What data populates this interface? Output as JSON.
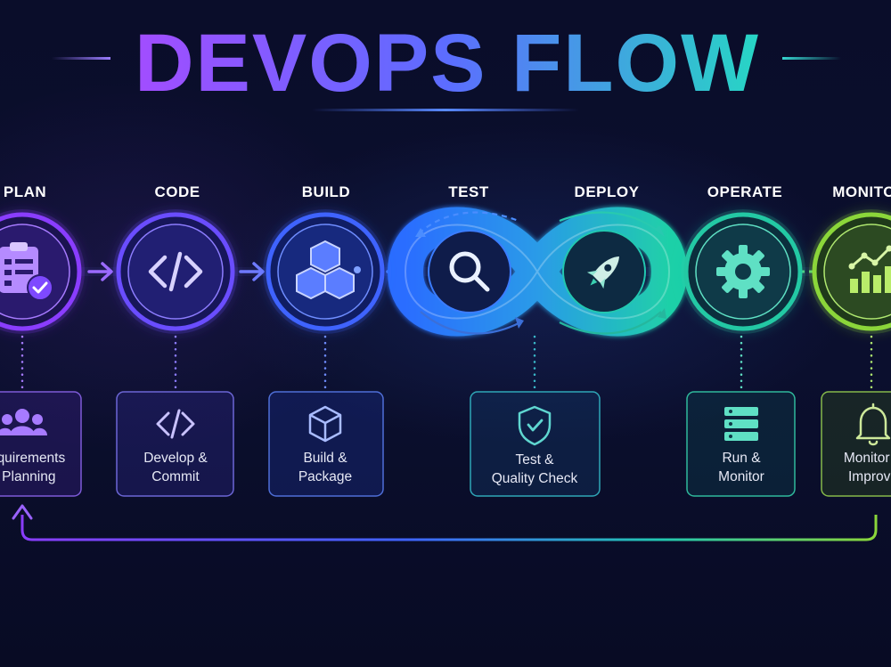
{
  "title": "DEVOPS FLOW",
  "colors": {
    "background": "#0a0d2a",
    "title_start": "#9b4dff",
    "title_mid": "#5b6cff",
    "title_end": "#2cd3c4",
    "plan": "#8a3dff",
    "code": "#6a4dff",
    "build": "#3f63ff",
    "test": "#2f7dff",
    "deploy": "#22c7b0",
    "operate": "#23c9a4",
    "monitor": "#8bd63a"
  },
  "stages": [
    {
      "name": "PLAN",
      "icon": "clipboard-check-icon",
      "card_icon": "team-icon",
      "card_lines": [
        "Requirements",
        "& Planning"
      ]
    },
    {
      "name": "CODE",
      "icon": "code-brackets-icon",
      "card_icon": "code-brackets-icon",
      "card_lines": [
        "Develop &",
        "Commit"
      ]
    },
    {
      "name": "BUILD",
      "icon": "cubes-icon",
      "card_icon": "cube-icon",
      "card_lines": [
        "Build &",
        "Package"
      ]
    },
    {
      "name": "TEST",
      "icon": "magnifier-icon",
      "card_icon": "shield-check-icon",
      "card_lines": [
        "Test &",
        "Quality Check"
      ]
    },
    {
      "name": "DEPLOY",
      "icon": "rocket-icon",
      "card_icon": "",
      "card_lines": []
    },
    {
      "name": "OPERATE",
      "icon": "gear-icon",
      "card_icon": "server-icon",
      "card_lines": [
        "Run &",
        "Monitor"
      ]
    },
    {
      "name": "MONITOR",
      "icon": "bar-chart-icon",
      "card_icon": "bell-icon",
      "card_lines": [
        "Monitor &",
        "Improve"
      ]
    }
  ]
}
